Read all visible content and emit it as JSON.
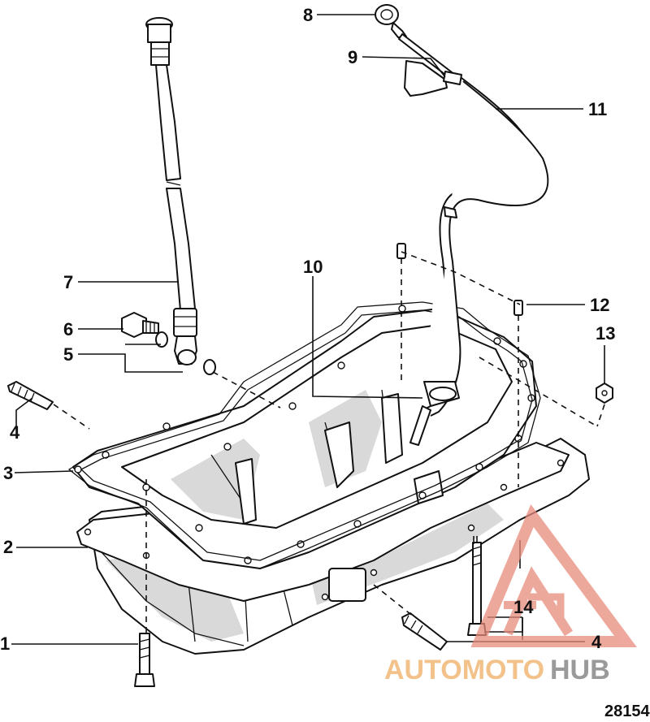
{
  "figure_number": "28154",
  "callouts": [
    {
      "id": "c1",
      "label": "1"
    },
    {
      "id": "c2",
      "label": "2"
    },
    {
      "id": "c3",
      "label": "3"
    },
    {
      "id": "c4a",
      "label": "4"
    },
    {
      "id": "c4b",
      "label": "4"
    },
    {
      "id": "c5",
      "label": "5"
    },
    {
      "id": "c6",
      "label": "6"
    },
    {
      "id": "c7",
      "label": "7"
    },
    {
      "id": "c8",
      "label": "8"
    },
    {
      "id": "c9",
      "label": "9"
    },
    {
      "id": "c10",
      "label": "10"
    },
    {
      "id": "c11",
      "label": "11"
    },
    {
      "id": "c12",
      "label": "12"
    },
    {
      "id": "c13",
      "label": "13"
    },
    {
      "id": "c14",
      "label": "14"
    }
  ],
  "watermark": {
    "text_part1": "AUTOMOTO",
    "text_part2": "HUB",
    "color_primary": "#e88b7c",
    "color_secondary": "#f2c28a",
    "color_hub": "#9a9a9a"
  }
}
